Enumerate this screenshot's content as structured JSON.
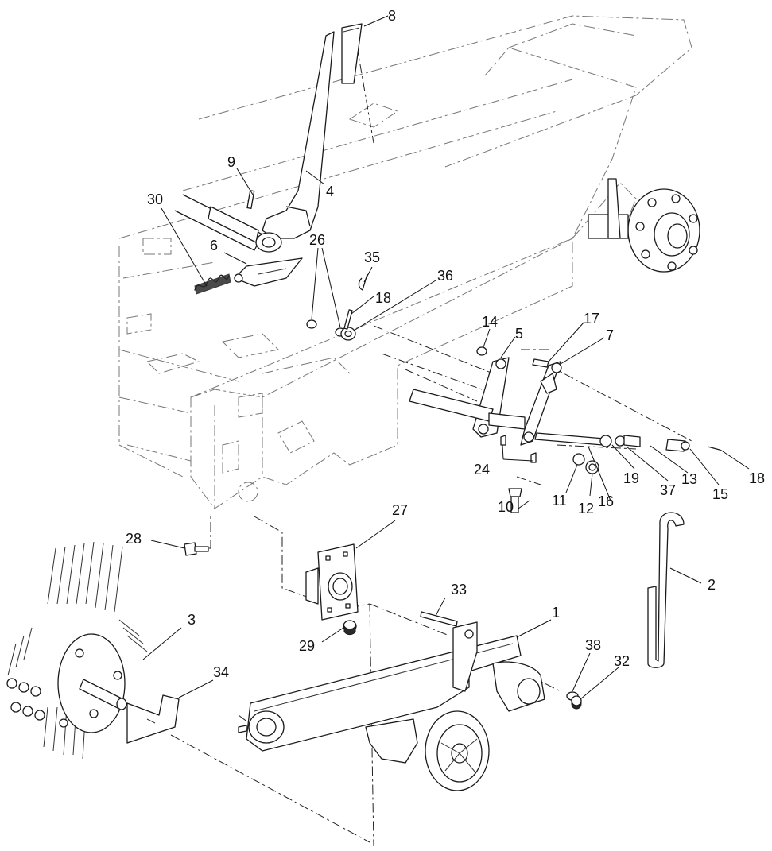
{
  "callouts": [
    {
      "id": "c8",
      "label": "8"
    },
    {
      "id": "c9",
      "label": "9"
    },
    {
      "id": "c4",
      "label": "4"
    },
    {
      "id": "c30",
      "label": "30"
    },
    {
      "id": "c6",
      "label": "6"
    },
    {
      "id": "c26",
      "label": "26"
    },
    {
      "id": "c35",
      "label": "35"
    },
    {
      "id": "c18a",
      "label": "18"
    },
    {
      "id": "c36",
      "label": "36"
    },
    {
      "id": "c14",
      "label": "14"
    },
    {
      "id": "c5",
      "label": "5"
    },
    {
      "id": "c17",
      "label": "17"
    },
    {
      "id": "c7",
      "label": "7"
    },
    {
      "id": "c24",
      "label": "24"
    },
    {
      "id": "c11",
      "label": "11"
    },
    {
      "id": "c12",
      "label": "12"
    },
    {
      "id": "c16",
      "label": "16"
    },
    {
      "id": "c19",
      "label": "19"
    },
    {
      "id": "c37",
      "label": "37"
    },
    {
      "id": "c13",
      "label": "13"
    },
    {
      "id": "c15",
      "label": "15"
    },
    {
      "id": "c18b",
      "label": "18"
    },
    {
      "id": "c10",
      "label": "10"
    },
    {
      "id": "c27",
      "label": "27"
    },
    {
      "id": "c28",
      "label": "28"
    },
    {
      "id": "c2",
      "label": "2"
    },
    {
      "id": "c33",
      "label": "33"
    },
    {
      "id": "c1",
      "label": "1"
    },
    {
      "id": "c3",
      "label": "3"
    },
    {
      "id": "c29",
      "label": "29"
    },
    {
      "id": "c38",
      "label": "38"
    },
    {
      "id": "c32",
      "label": "32"
    },
    {
      "id": "c34",
      "label": "34"
    }
  ]
}
